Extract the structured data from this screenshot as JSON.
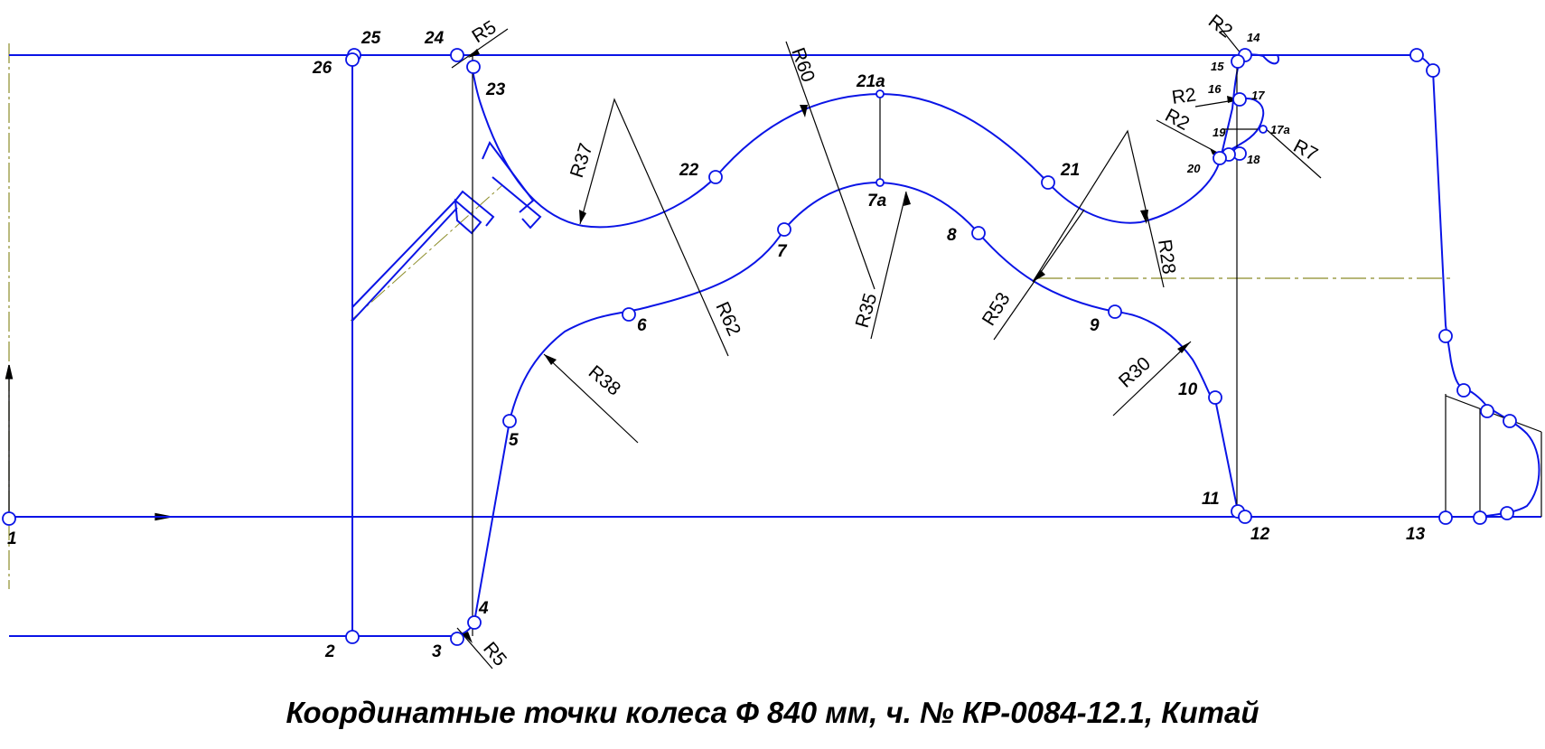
{
  "caption": "Координатные точки  колеса Ф 840 мм, ч. № КР-0084-12.1, Китай",
  "colors": {
    "profile": "#0a14e6",
    "dimension": "#000000",
    "axis": "#8c8c28"
  },
  "points": [
    "1",
    "2",
    "3",
    "4",
    "5",
    "6",
    "7",
    "7a",
    "8",
    "9",
    "10",
    "11",
    "12",
    "13",
    "14",
    "15",
    "16",
    "17",
    "17a",
    "18",
    "19",
    "20",
    "21",
    "21a",
    "22",
    "23",
    "24",
    "25",
    "26"
  ],
  "radii": [
    "R5",
    "R5",
    "R38",
    "R62",
    "R35",
    "R60",
    "R37",
    "R53",
    "R30",
    "R28",
    "R2",
    "R2",
    "R2",
    "R7"
  ]
}
